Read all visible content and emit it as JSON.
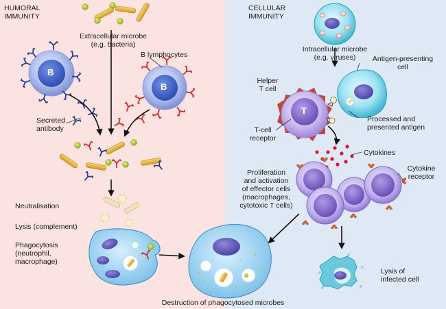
{
  "colors": {
    "humoral_bg": "#fbe3e1",
    "cellular_bg": "#dfe9f5",
    "cell_blue": "#3c5fc0",
    "cell_purple": "#8a6bc7",
    "macrophage": "#9fd2ee",
    "cytokine": "#e0122f",
    "antibody_blue": "#2b3f8f",
    "antibody_red": "#d02a2a",
    "microbe_yellow": "#e8b33a",
    "microbe_green": "#b3cc35"
  },
  "humoral": {
    "title": "HUMORAL\nIMMUNITY",
    "extracellular_microbe": "Extracellular microbe\n(e.g. bacteria)",
    "b_lymphocytes": "B lymphocytes",
    "b_cell_letter": "B",
    "secreted_antibody": "Secreted\nantibody",
    "neutralisation": "Neutralisation",
    "lysis_complement": "Lysis (complement)",
    "phagocytosis": "Phagocytosis\n(neutrophil,\nmacrophage)"
  },
  "cellular": {
    "title": "CELLULAR\nIMMUNITY",
    "intracellular_microbe": "Intracellular microbe\n(e.g. viruses)",
    "antigen_presenting_cell": "Antigen-presenting\ncell",
    "helper_t_cell": "Helper\nT cell",
    "t_cell_letter": "T",
    "processed_antigen": "Processed and\npresented antigen",
    "t_cell_receptor": "T-cell\nreceptor",
    "cytokines": "Cytokines",
    "proliferation": "Proliferation\nand activation\nof effector cells\n(macrophages,\ncytotoxic T cells)",
    "cytokine_receptor": "Cytokine\nreceptor",
    "lysis_infected": "Lysis of\ninfected cell"
  },
  "bottom_caption": "Destruction of phagocytosed microbes"
}
